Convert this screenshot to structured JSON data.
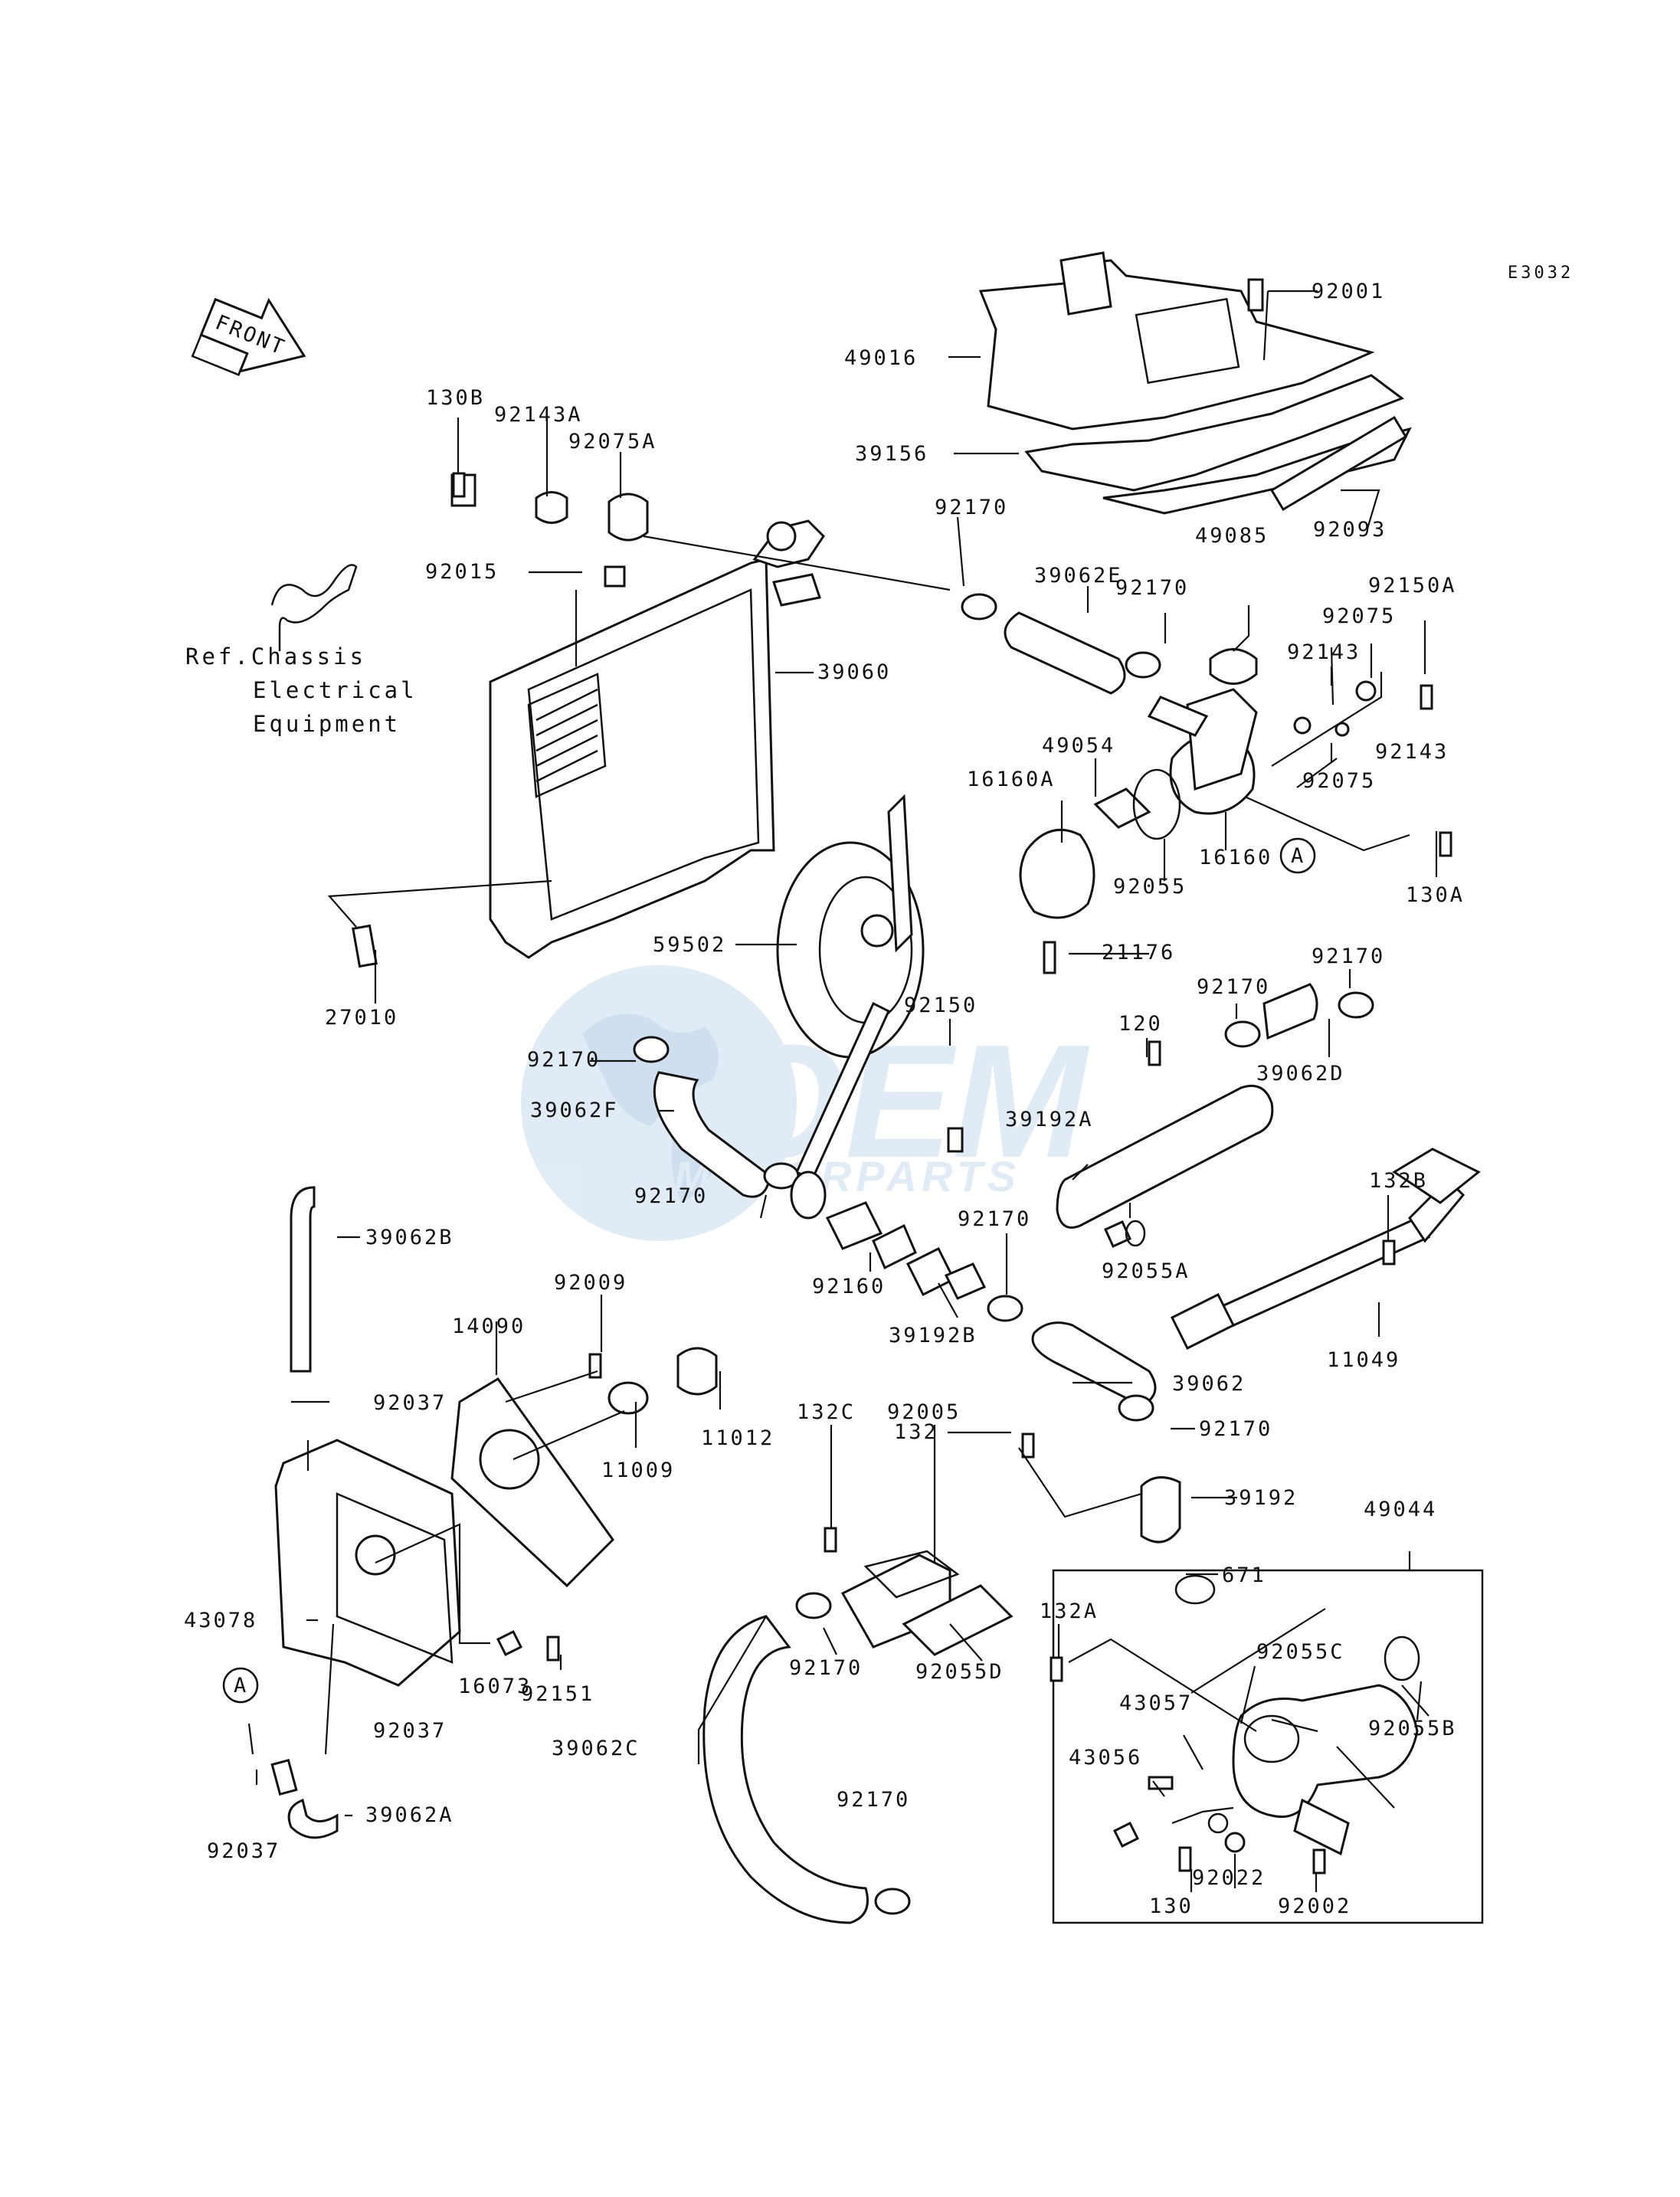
{
  "diagram": {
    "code": "E3032",
    "front_arrow": "FRONT",
    "ref_note": [
      "Ref.Chassis",
      "Electrical",
      "Equipment"
    ],
    "watermark": {
      "brand": "OEM",
      "sub": "MOTORPARTS"
    },
    "colors": {
      "ink": "#111111",
      "background": "#ffffff",
      "watermark": "#c9dced"
    },
    "labels": [
      "92001",
      "49016",
      "39156",
      "92093",
      "130B",
      "92143A",
      "92075A",
      "92170",
      "92015",
      "39060",
      "39062E",
      "92170",
      "49085",
      "92150A",
      "92075",
      "92143",
      "92143",
      "92075",
      "49054",
      "16160A",
      "16160",
      "92055",
      "130A",
      "A",
      "59502",
      "21176",
      "92170",
      "27010",
      "92150",
      "120",
      "92170",
      "92170",
      "39062F",
      "39192A",
      "39062D",
      "92170",
      "132B",
      "39062B",
      "92009",
      "92160",
      "92170",
      "39192B",
      "92055A",
      "14090",
      "11012",
      "11009",
      "92037",
      "11049",
      "39062",
      "132",
      "92170",
      "132C",
      "92005",
      "39192",
      "49044",
      "671",
      "43078",
      "132A",
      "92055C",
      "92170",
      "92055D",
      "16073",
      "92151",
      "A",
      "43057",
      "92055B",
      "92037",
      "39062C",
      "43056",
      "92037",
      "39062A",
      "92170",
      "130",
      "92022",
      "92002"
    ]
  }
}
